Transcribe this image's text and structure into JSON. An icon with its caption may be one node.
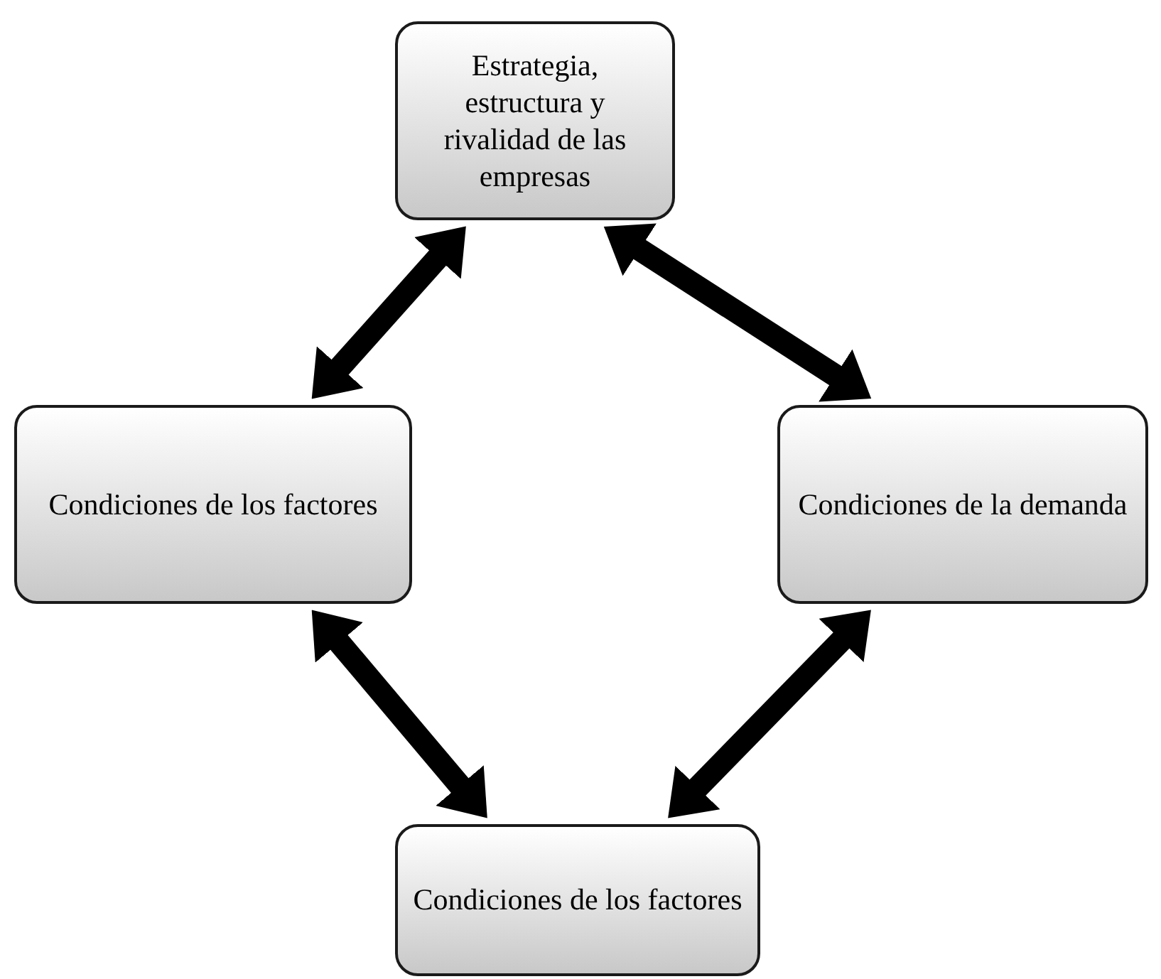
{
  "diagram": {
    "nodes": [
      {
        "text": [
          "Estrategia, estructura y rivalidad de las empresas"
        ]
      },
      {
        "text": [
          "Condiciones de los factores"
        ]
      },
      {
        "text": [
          "Condiciones de la demanda"
        ]
      },
      {
        "text": [
          "Condiciones de los factores"
        ]
      }
    ],
    "edges": [
      {
        "from": 0,
        "to": 1,
        "arrow": "both"
      },
      {
        "from": 0,
        "to": 2,
        "arrow": "both"
      },
      {
        "from": 1,
        "to": 3,
        "arrow": "both"
      },
      {
        "from": 2,
        "to": 3,
        "arrow": "both"
      }
    ]
  }
}
